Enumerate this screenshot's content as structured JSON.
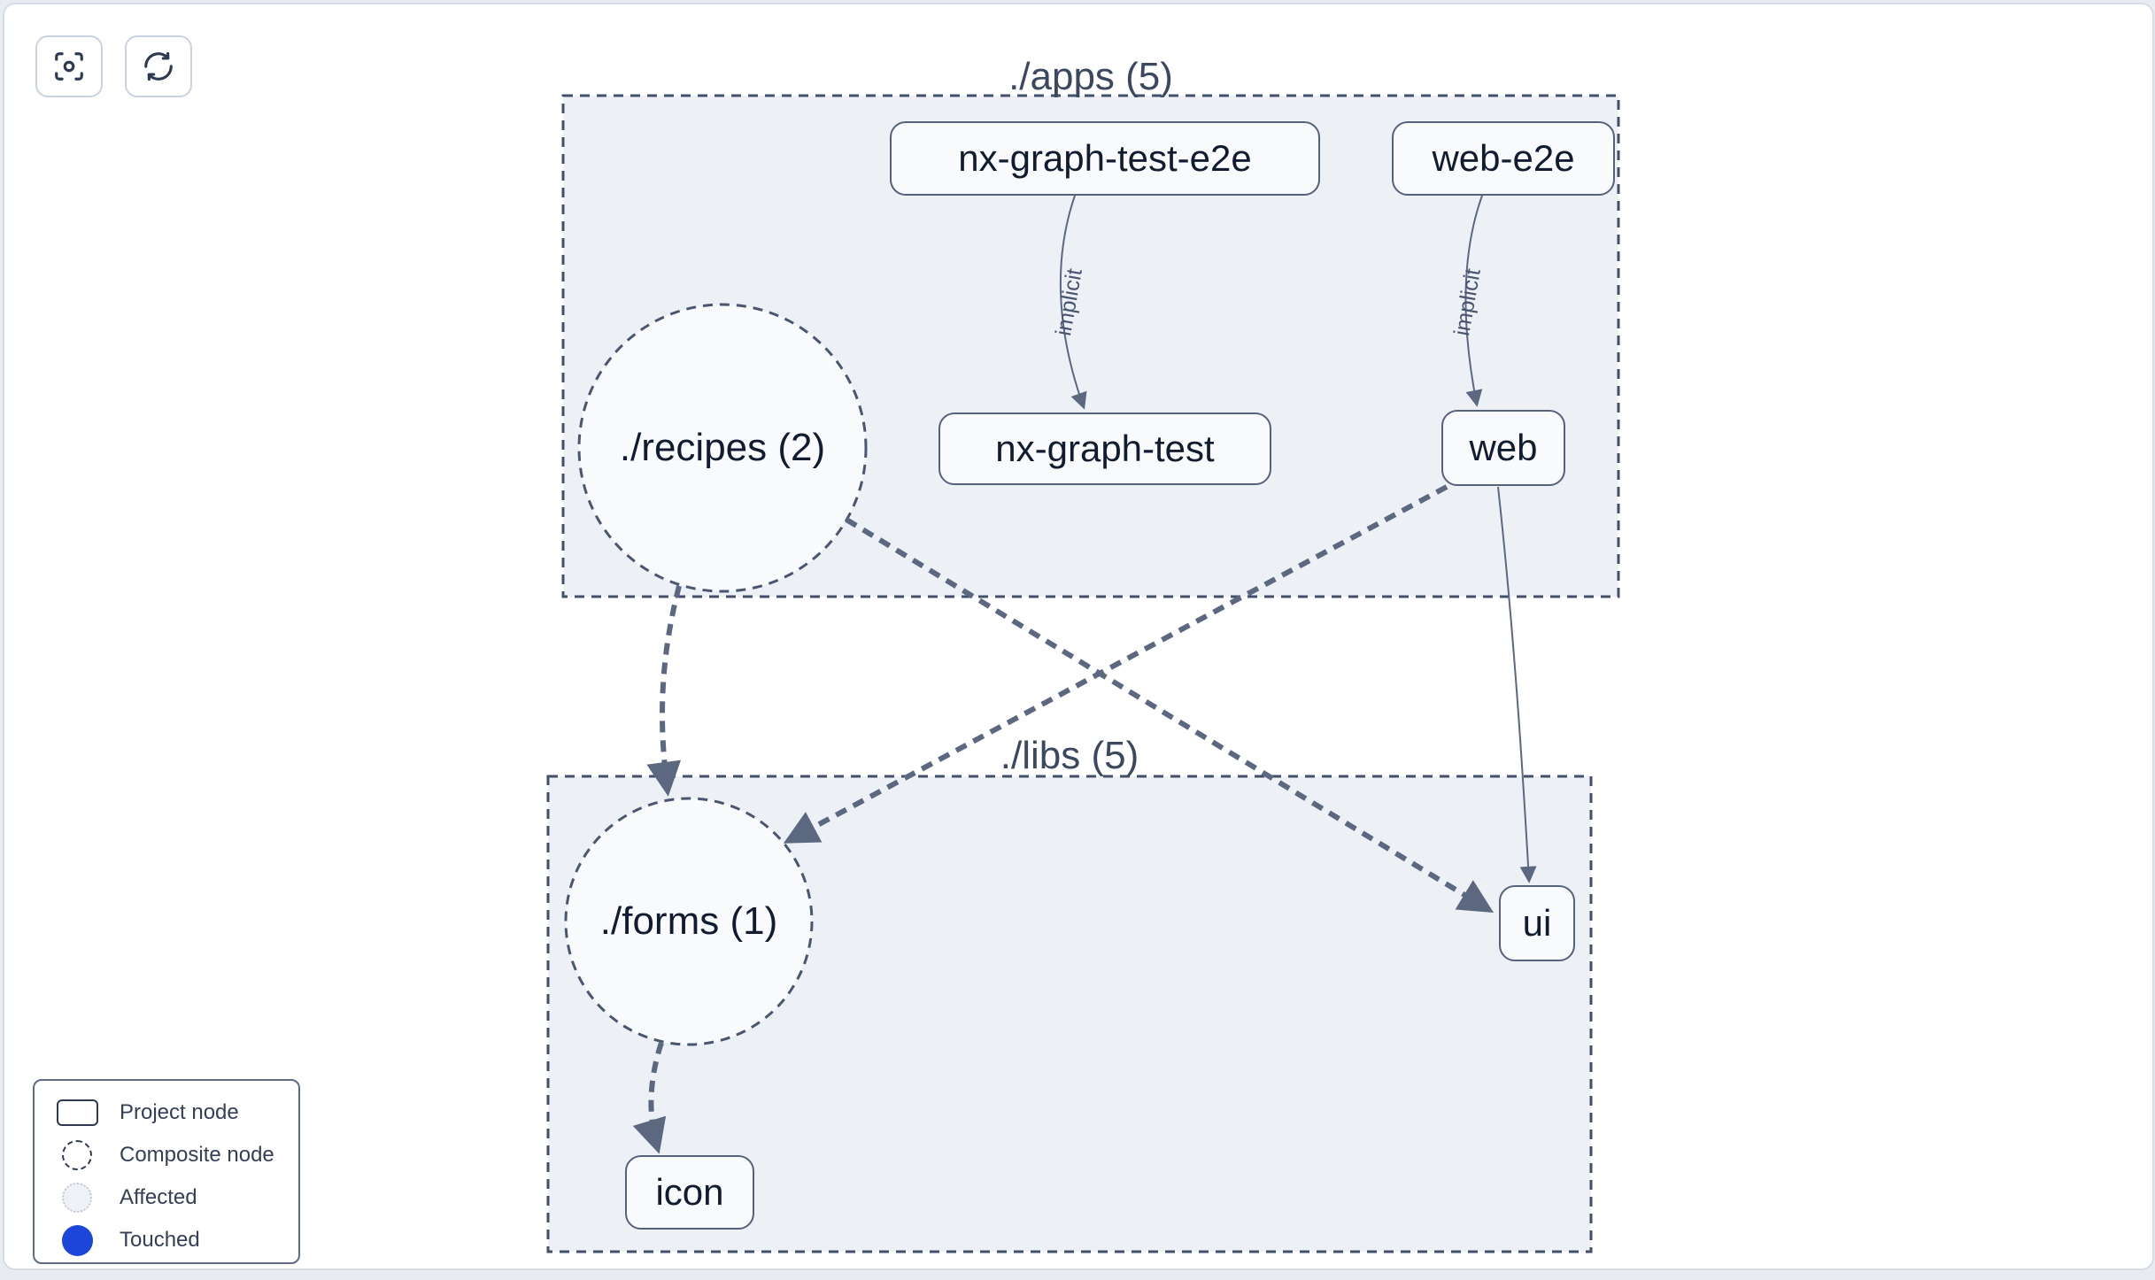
{
  "toolbar": {
    "buttons": [
      {
        "name": "focus",
        "icon": "focus-icon"
      },
      {
        "name": "refresh",
        "icon": "refresh-icon"
      }
    ]
  },
  "groups": [
    {
      "id": "apps",
      "label": "./apps (5)"
    },
    {
      "id": "libs",
      "label": "./libs (5)"
    }
  ],
  "nodes": {
    "nx_graph_test_e2e": {
      "label": "nx-graph-test-e2e",
      "type": "project",
      "group": "./apps (5)"
    },
    "web_e2e": {
      "label": "web-e2e",
      "type": "project",
      "group": "./apps (5)"
    },
    "nx_graph_test": {
      "label": "nx-graph-test",
      "type": "project",
      "group": "./apps (5)"
    },
    "web": {
      "label": "web",
      "type": "project",
      "group": "./apps (5)"
    },
    "recipes": {
      "label": "./recipes (2)",
      "type": "composite",
      "group": "./apps (5)"
    },
    "forms": {
      "label": "./forms (1)",
      "type": "composite",
      "group": "./libs (5)"
    },
    "ui": {
      "label": "ui",
      "type": "project",
      "group": "./libs (5)"
    },
    "icon": {
      "label": "icon",
      "type": "project",
      "group": "./libs (5)"
    }
  },
  "edges": [
    {
      "from": "nx-graph-test-e2e",
      "to": "nx-graph-test",
      "label": "implicit",
      "style": "solid"
    },
    {
      "from": "web-e2e",
      "to": "web",
      "label": "implicit",
      "style": "solid"
    },
    {
      "from": "./recipes (2)",
      "to": "./forms (1)",
      "style": "thick-dashed"
    },
    {
      "from": "./recipes (2)",
      "to": "ui",
      "style": "thick-dashed"
    },
    {
      "from": "web",
      "to": "./forms (1)",
      "style": "thick-dashed"
    },
    {
      "from": "web",
      "to": "ui",
      "style": "solid"
    },
    {
      "from": "./forms (1)",
      "to": "icon",
      "style": "thick-dashed"
    }
  ],
  "legend": {
    "items": [
      {
        "label": "Project node",
        "icon": "project-node-icon"
      },
      {
        "label": "Composite node",
        "icon": "composite-node-icon"
      },
      {
        "label": "Affected",
        "icon": "affected-icon"
      },
      {
        "label": "Touched",
        "icon": "touched-icon"
      }
    ]
  },
  "colors": {
    "touched_blue": "#1b46d9",
    "group_fill": "#edf1f6",
    "node_fill": "#f8fafc",
    "edge": "#5b6880",
    "border_dark": "#42506b",
    "text_dark": "#121c30"
  }
}
